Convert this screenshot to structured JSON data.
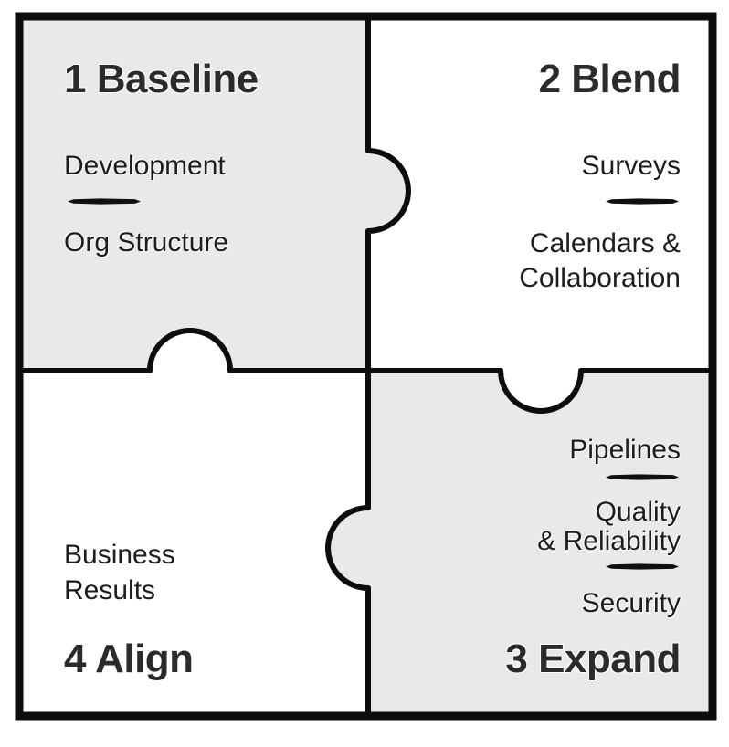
{
  "diagram": {
    "type": "jigsaw-quadrants",
    "pieces": [
      {
        "id": "baseline",
        "number_title": "1 Baseline",
        "fill": "gray",
        "title_corner": "top-left",
        "items": [
          [
            "Development"
          ],
          [
            "Org Structure"
          ]
        ]
      },
      {
        "id": "blend",
        "number_title": "2 Blend",
        "fill": "white",
        "title_corner": "top-right",
        "items": [
          [
            "Surveys"
          ],
          [
            "Calendars &",
            "Collaboration"
          ]
        ]
      },
      {
        "id": "expand",
        "number_title": "3 Expand",
        "fill": "gray",
        "title_corner": "bottom-right",
        "items": [
          [
            "Pipelines"
          ],
          [
            "Quality",
            "& Reliability"
          ],
          [
            "Security"
          ]
        ]
      },
      {
        "id": "align",
        "number_title": "4 Align",
        "fill": "white",
        "title_corner": "bottom-left",
        "items": [
          [
            "Business",
            "Results"
          ]
        ]
      }
    ]
  },
  "colors": {
    "background": "#ffffff",
    "piece_gray": "#e9e9e9",
    "piece_white": "#ffffff",
    "outline": "#0d0d0d",
    "title_text": "#2b2b2b",
    "item_text": "#1d1d1d"
  }
}
